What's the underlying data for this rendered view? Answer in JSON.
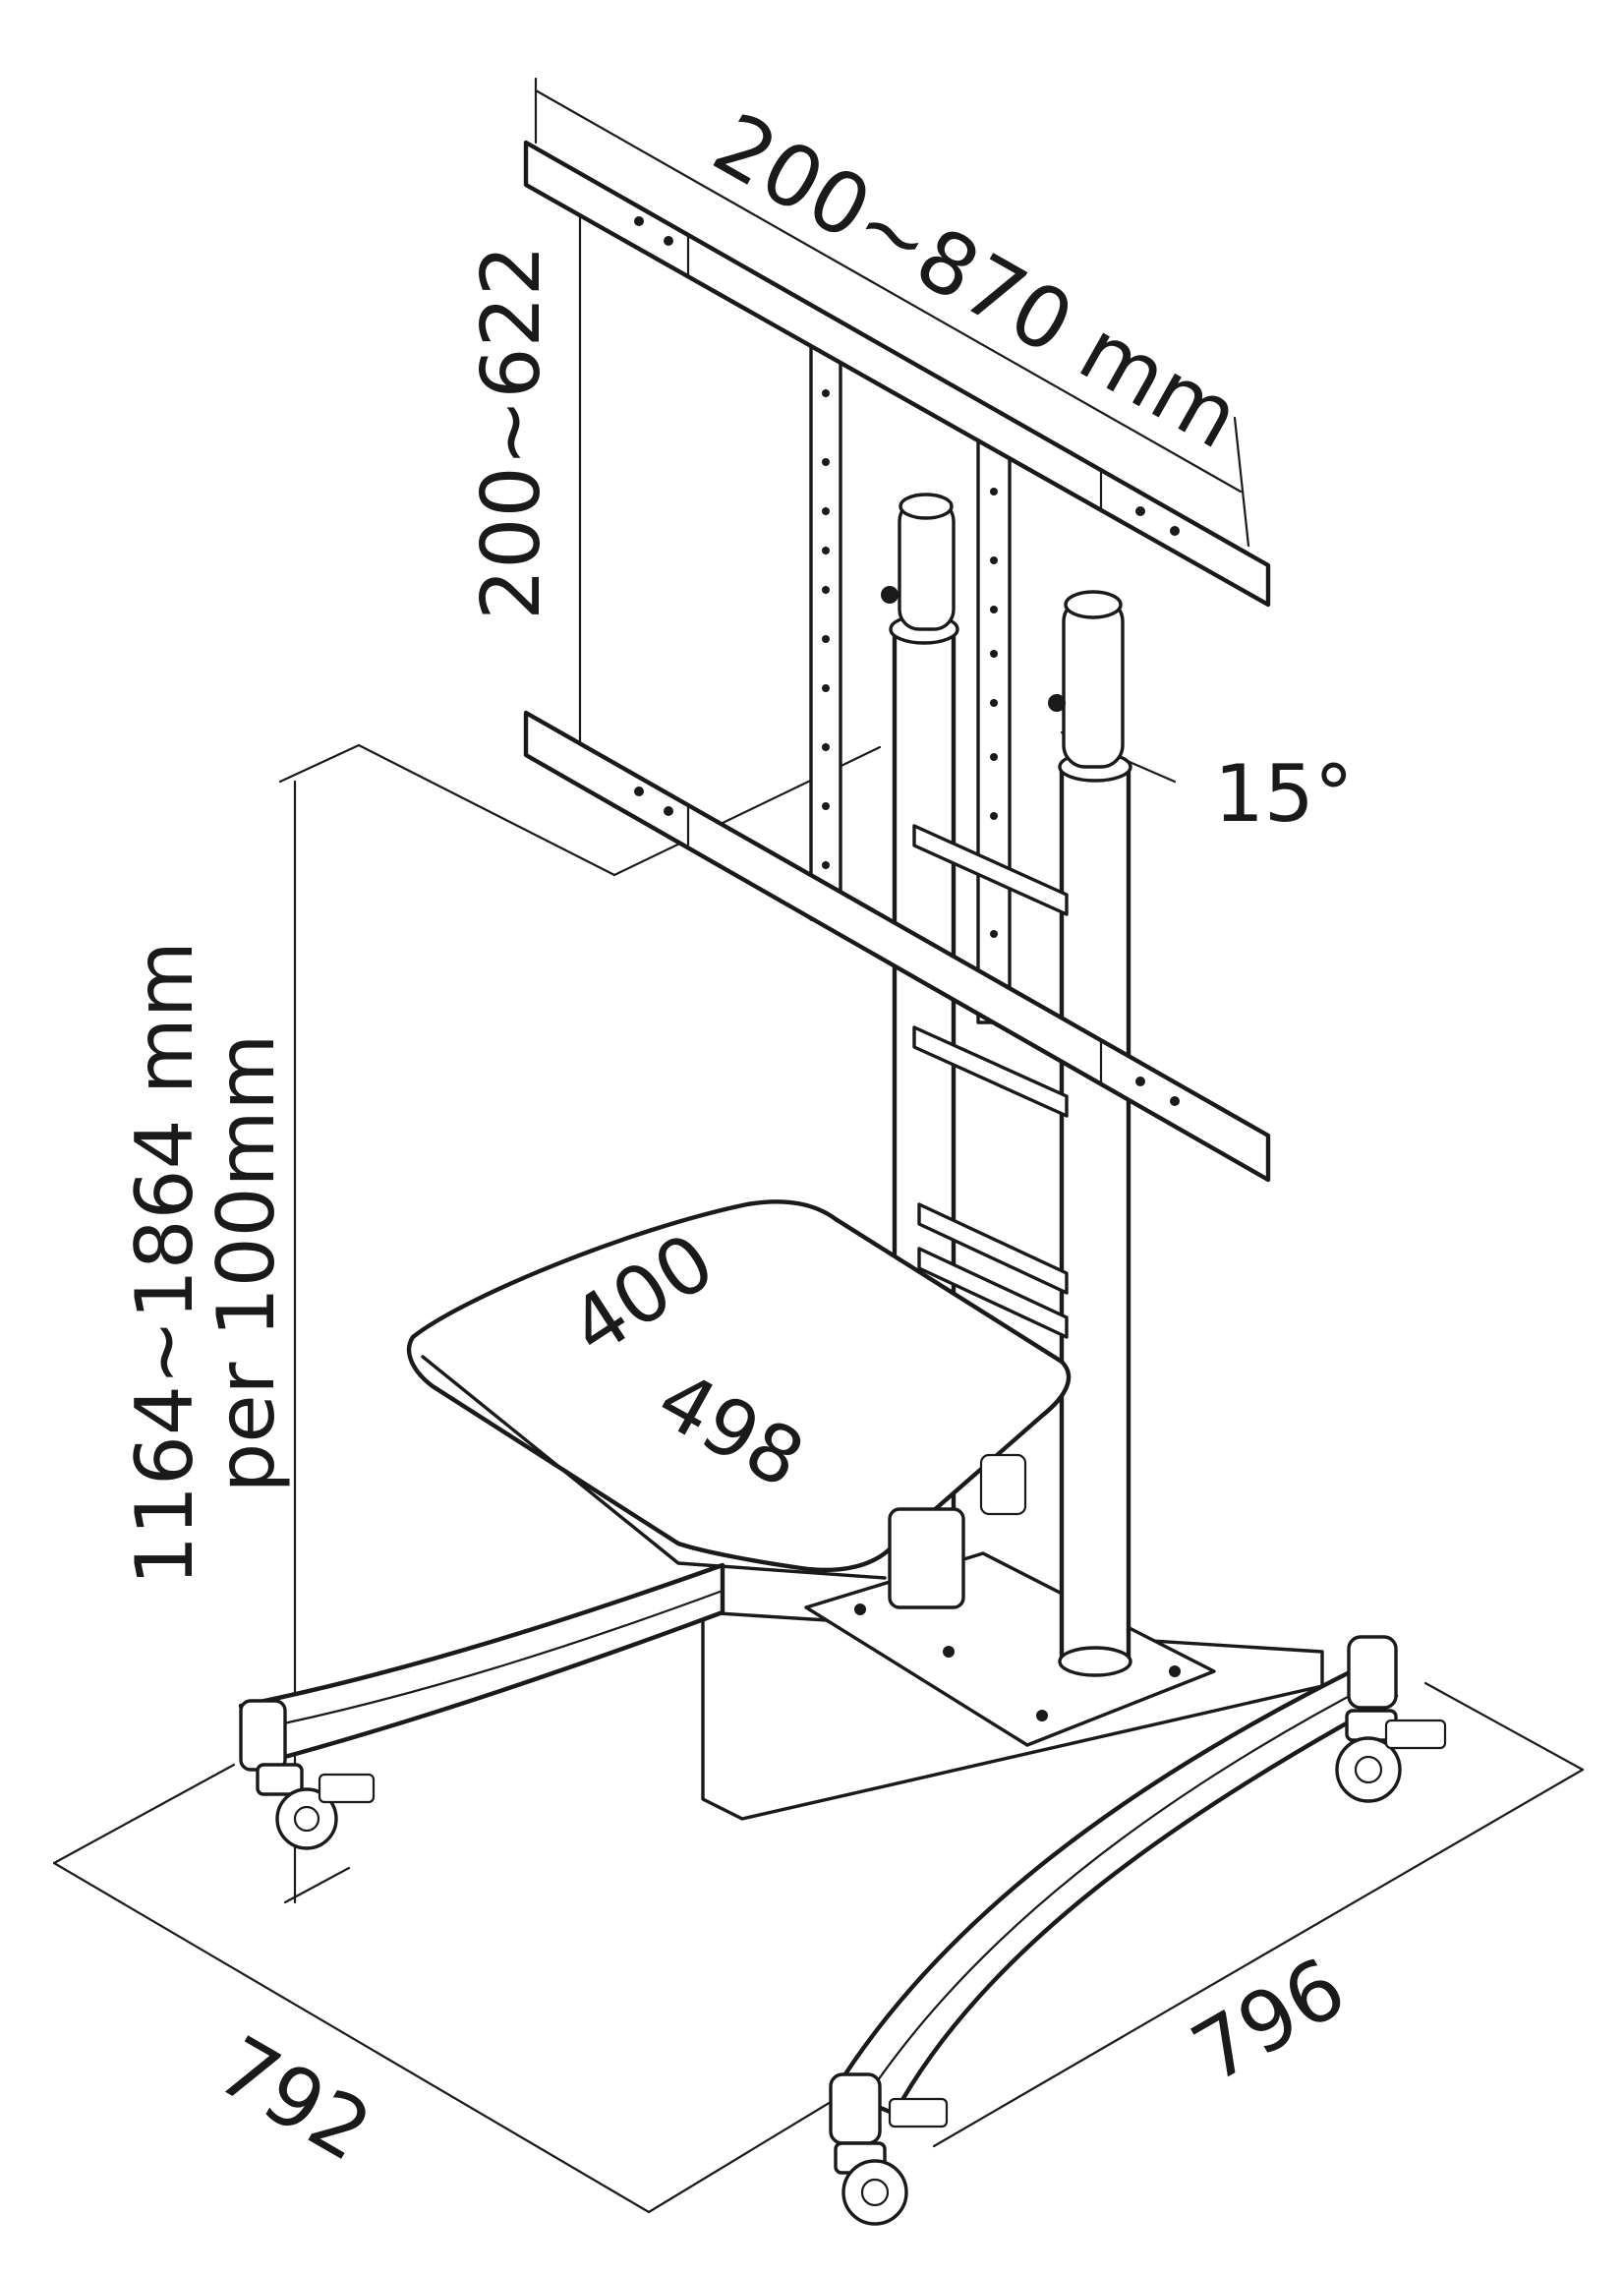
{
  "dimensions": {
    "vesa_width": "200~870 mm",
    "vesa_height": "200~622",
    "tilt": "15°",
    "height_range": "1164~1864 mm",
    "height_step": "per 100mm",
    "shelf_depth": "400",
    "shelf_width": "498",
    "base_depth": "792",
    "base_width": "796"
  },
  "colors": {
    "line": "#1a1a1a",
    "background": "#ffffff",
    "part_fill": "#ffffff"
  }
}
